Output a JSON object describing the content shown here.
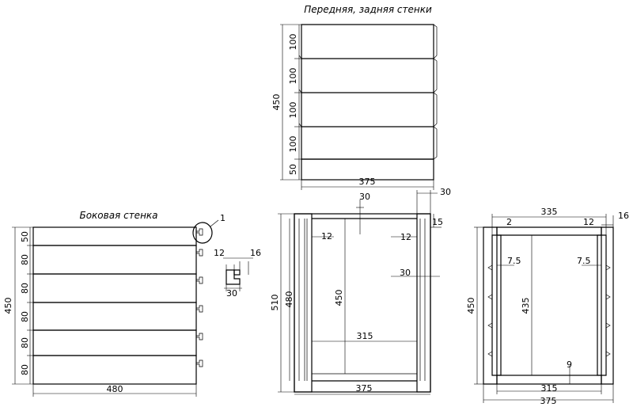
{
  "colors": {
    "line": "#000000",
    "background": "#ffffff"
  },
  "front_back": {
    "title": "Передняя, задняя стенки",
    "width": "375",
    "height": "450",
    "boards": [
      "100",
      "100",
      "100",
      "100",
      "50"
    ]
  },
  "side": {
    "title": "Боковая  стенка",
    "callout": "1",
    "width": "480",
    "height": "450",
    "boards": [
      "50",
      "80",
      "80",
      "80",
      "80",
      "80"
    ]
  },
  "detail": {
    "d12": "12",
    "d16": "16",
    "d30": "30"
  },
  "top_view": {
    "d30_top": "30",
    "d30_right": "30",
    "d15": "15",
    "d12_left": "12",
    "d12_right": "12",
    "d510": "510",
    "d480": "480",
    "d450": "450",
    "d315": "315",
    "d30_mid": "30",
    "d375": "375"
  },
  "section": {
    "d335": "335",
    "d2": "2",
    "d12": "12",
    "d16": "16",
    "d7_5_left": "7.5",
    "d7_5_right": "7.5",
    "d450": "450",
    "d435": "435",
    "d9": "9",
    "d315": "315",
    "d375": "375"
  }
}
